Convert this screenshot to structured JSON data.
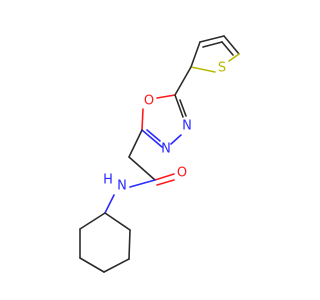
{
  "colors": {
    "carbon_bond": "#2b2b2b",
    "nitrogen": "#2a2aff",
    "oxygen": "#ff1a1a",
    "sulfur": "#b8b800"
  },
  "atoms": {
    "thiophene_s": "S",
    "oxadiazole_o": "O",
    "oxadiazole_n_upper": "N",
    "oxadiazole_n_lower": "N",
    "amide_o": "O",
    "amide_n": "N",
    "amide_h": "H"
  }
}
